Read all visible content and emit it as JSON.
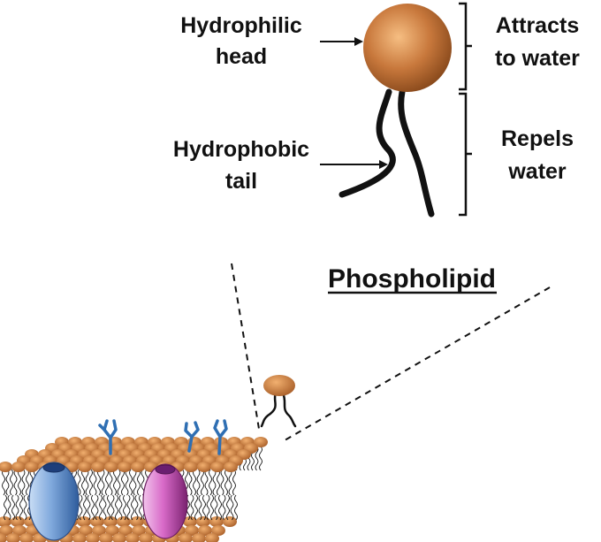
{
  "labels": {
    "head_line1": "Hydrophilic",
    "head_line2": "head",
    "tail_line1": "Hydrophobic",
    "tail_line2": "tail",
    "attracts_line1": "Attracts",
    "attracts_line2": "to water",
    "repels_line1": "Repels",
    "repels_line2": "water",
    "title": "Phospholipid"
  },
  "colors": {
    "head_light": "#f2b070",
    "head_mid": "#c8783c",
    "head_dark": "#8a4a1c",
    "tail": "#111111",
    "protein_blue": "#7fa8dc",
    "protein_pink": "#d86ac8",
    "carbohydrate": "#2f6fb3"
  }
}
